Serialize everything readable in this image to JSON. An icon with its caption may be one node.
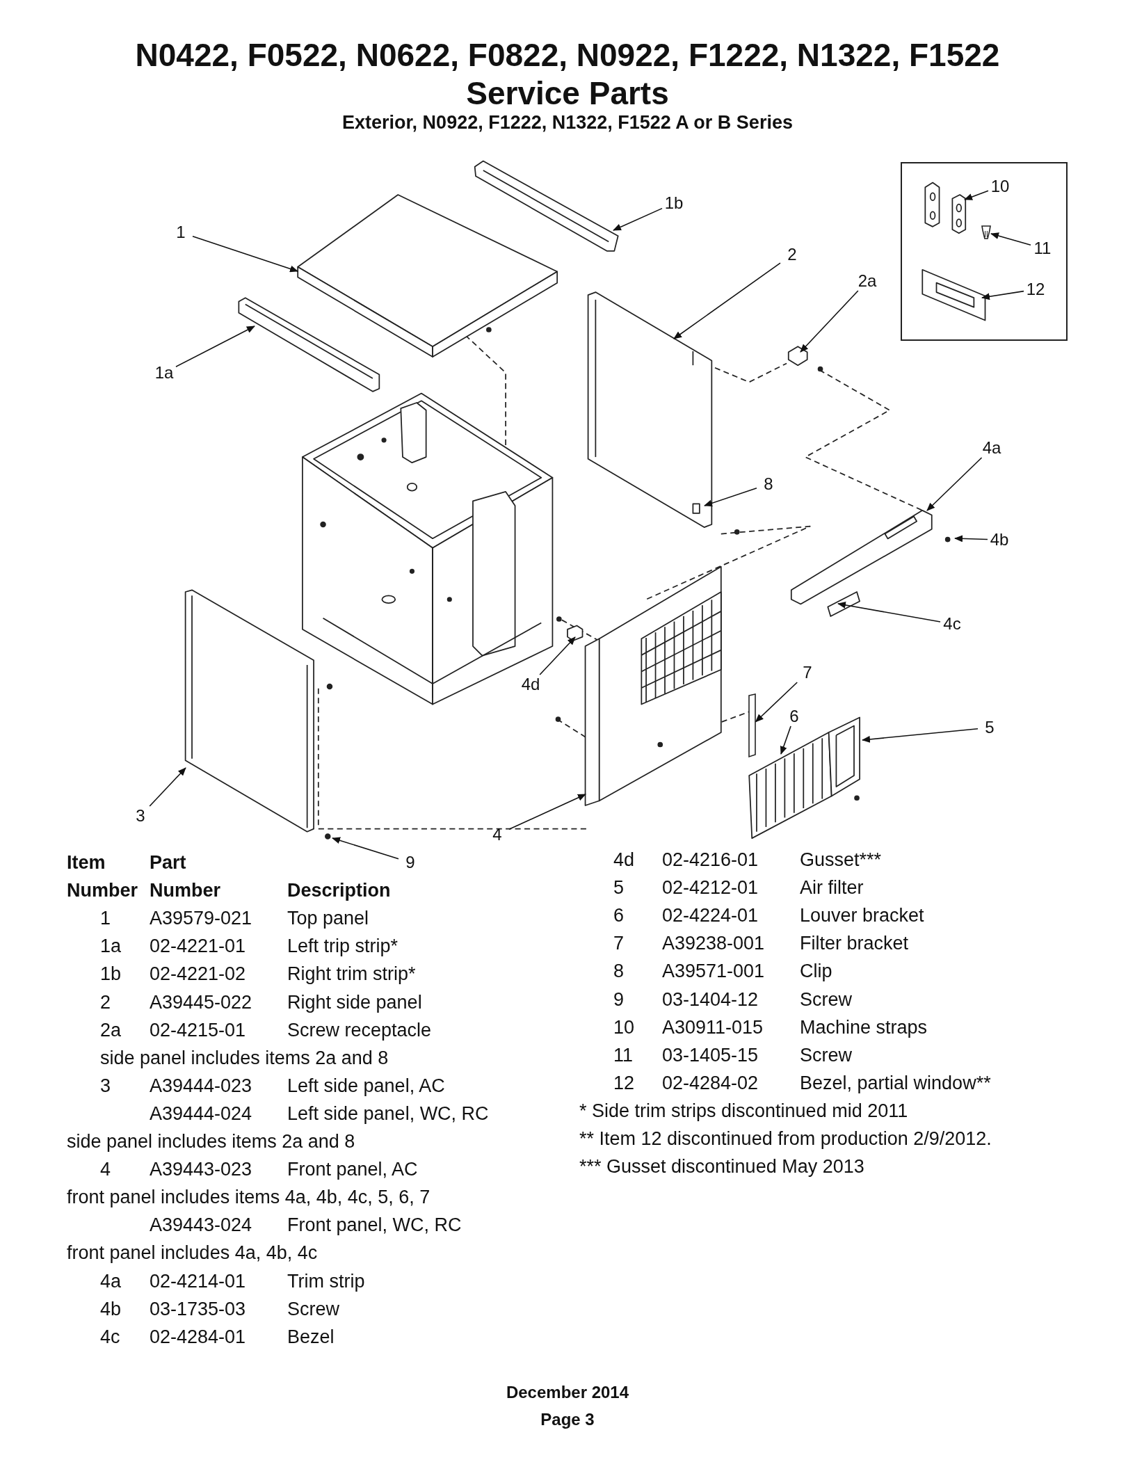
{
  "diagram": {
    "title": "N0422, F0522, N0622, F0822, N0922, F1222, N1322, F1522 Service Parts",
    "nodes": [
      {
        "text": [
          "1"
        ]
      },
      {
        "text": [
          "1b"
        ]
      },
      {
        "text": [
          "2"
        ]
      },
      {
        "text": [
          "2a"
        ]
      },
      {
        "text": [],
        "shape": "box"
      },
      {
        "text": [
          "10"
        ],
        "in": 4
      },
      {
        "text": [
          "11"
        ],
        "in": 4
      },
      {
        "text": [
          "12"
        ],
        "in": 4
      },
      {
        "text": [
          "1a"
        ]
      },
      {
        "text": [
          "4a"
        ]
      },
      {
        "text": [
          "8"
        ]
      },
      {
        "text": [
          "4b"
        ]
      },
      {
        "text": [
          "4c"
        ]
      },
      {
        "text": [
          "4d"
        ]
      },
      {
        "text": [
          "7"
        ]
      },
      {
        "text": [
          "6"
        ]
      },
      {
        "text": [
          "5"
        ]
      },
      {
        "text": [
          "3"
        ]
      },
      {
        "text": [
          "4"
        ]
      },
      {
        "text": [
          "9"
        ]
      },
      {
        "text": [],
        "shape": "bar"
      },
      {
        "text": [],
        "shape": "picture",
        "in": 4
      }
    ],
    "edges": [
      {
        "from": 0,
        "to": null,
        "arrow": "to"
      },
      {
        "from": 1,
        "to": null,
        "arrow": "to"
      },
      {
        "from": 2,
        "to": null,
        "arrow": "to"
      },
      {
        "from": 3,
        "to": null,
        "arrow": "to"
      },
      {
        "from": 5,
        "to": null,
        "arrow": "to"
      },
      {
        "from": 6,
        "to": 21,
        "arrow": "to"
      },
      {
        "from": 7,
        "to": null,
        "arrow": "to"
      },
      {
        "from": 8,
        "to": null,
        "arrow": "to"
      },
      {
        "from": 9,
        "to": null,
        "arrow": "to"
      },
      {
        "from": 10,
        "to": null,
        "arrow": "to"
      },
      {
        "from": 11,
        "to": null,
        "arrow": "to"
      },
      {
        "from": 12,
        "to": null,
        "arrow": "to"
      },
      {
        "from": 13,
        "to": null,
        "arrow": "to"
      },
      {
        "from": 14,
        "to": 20,
        "arrow": "to"
      },
      {
        "from": 15,
        "to": null,
        "arrow": "to"
      },
      {
        "from": 16,
        "to": null,
        "arrow": "to"
      },
      {
        "from": 17,
        "to": null,
        "arrow": "to"
      },
      {
        "from": 18,
        "to": null,
        "arrow": "to"
      },
      {
        "from": 19,
        "to": null,
        "arrow": "to"
      }
    ],
    "labels": [
      "Exterior, N0922, F1222, N1322, F1522 A or B Series",
      "Item",
      "Part",
      "Number",
      "Number",
      "Description",
      "1",
      "A39579-021",
      "Top panel",
      "1a",
      "02-4221-01",
      "Left trip strip*",
      "1b",
      "02-4221-02",
      "Right trim strip*",
      "2",
      "A39445-022",
      "Right side panel",
      "2a",
      "02-4215-01",
      "Screw receptacle",
      "side panel includes items 2a and 8",
      "3",
      "A39444-023",
      "Left side panel, AC",
      "A39444-024",
      "Left side panel, WC, RC",
      "side panel includes items 2a and 8",
      "4",
      "A39443-023",
      "Front panel, AC",
      "front panel includes items 4a, 4b, 4c, 5, 6, 7",
      "A39443-024",
      "Front panel, WC, RC",
      "front panel includes 4a, 4b, 4c",
      "4a",
      "02-4214-01",
      "Trim strip",
      "4b",
      "03-1735-03",
      "Screw",
      "4c",
      "02-4284-01",
      "Bezel",
      "4d",
      "02-4216-01",
      "Gusset***",
      "5",
      "02-4212-01",
      "Air filter",
      "6",
      "02-4224-01",
      "Louver bracket",
      "7",
      "A39238-001",
      "Filter bracket",
      "8",
      "A39571-001",
      "Clip",
      "9",
      "03-1404-12",
      "Screw",
      "10",
      "A30911-015",
      "Machine straps",
      "11",
      "03-1405-15",
      "Screw",
      "12",
      "02-4284-02",
      "Bezel, partial window**",
      "* Side trim strips discontinued mid 2011",
      "** Item 12 discontinued from production 2/9/2012.",
      "*** Gusset discontinued May 2013",
      "December 2014",
      "Page 3"
    ]
  }
}
